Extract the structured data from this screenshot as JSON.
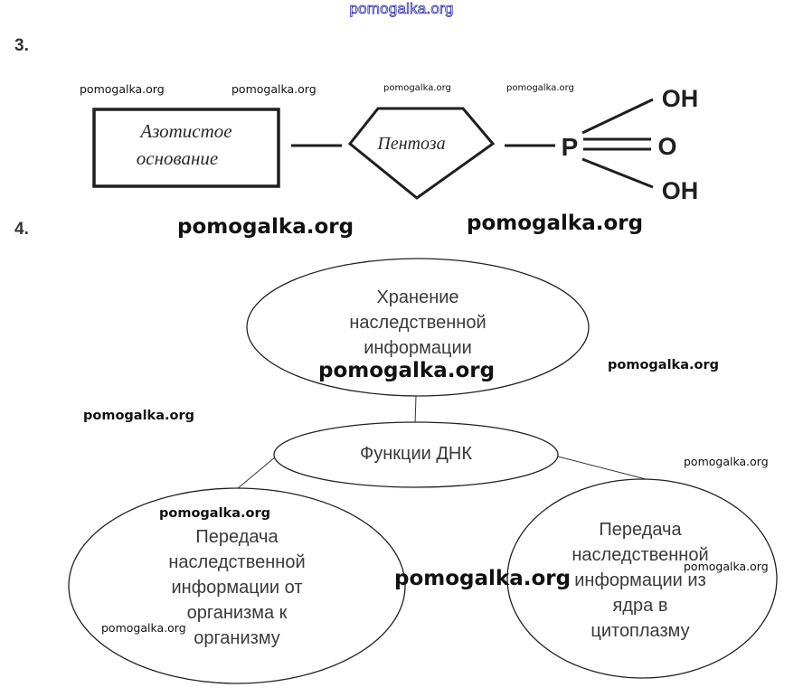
{
  "header": {
    "watermark": "pomogalka.org"
  },
  "task3": {
    "number": "3.",
    "nitrogen_base": {
      "line1": "Азотистое",
      "line2": "основание"
    },
    "pentose": "Пентоза",
    "phosphate": {
      "center": "P",
      "top": "OH",
      "middle": "O",
      "bottom": "OH"
    }
  },
  "task4": {
    "number": "4.",
    "center": "Функции ДНК",
    "top": {
      "lines": [
        "Хранение",
        "наследственной",
        "информации"
      ]
    },
    "left": {
      "lines": [
        "Передача",
        "наследственной",
        "информации от",
        "организма к",
        "организму"
      ]
    },
    "right": {
      "lines": [
        "Передача",
        "наследственной",
        "информации из",
        "ядра в",
        "цитоплазму"
      ]
    }
  },
  "watermarks": {
    "w1": "pomogalka.org",
    "w2": "pomogalka.org",
    "w3": "pomogalka.org",
    "w4": "pomogalka.org",
    "w5": "pomogalka.org",
    "w6": "pomogalka.org",
    "w7": "pomogalka.org",
    "w8": "pomogalka.org",
    "w9": "pomogalka.org",
    "w10": "pomogalka.org",
    "w11": "pomogalka.org",
    "w12": "pomogalka.org",
    "w13": "pomogalka.org",
    "w14": "pomogalka.org"
  }
}
